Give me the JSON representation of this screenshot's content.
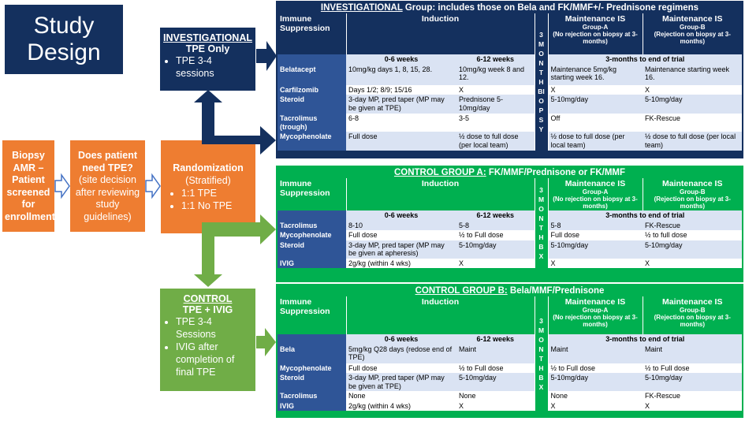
{
  "title": {
    "line1": "Study",
    "line2": "Design"
  },
  "flow": {
    "biopsy": "Biopsy AMR – Patient screened for enrollment",
    "need_tpe_q": "Does patient need TPE?",
    "need_tpe_note": "(site decision after reviewing study guidelines)",
    "randomization": "Randomization",
    "stratified": "(Stratified)",
    "rand_items": [
      "1:1 TPE",
      "1:1 No TPE"
    ]
  },
  "investigational_box": {
    "title": "INVESTIGATIONAL",
    "subtitle": "TPE Only",
    "items": [
      "TPE 3-4 sessions"
    ]
  },
  "control_box": {
    "title": "CONTROL",
    "subtitle": "TPE + IVIG",
    "items": [
      "TPE 3-4 Sessions",
      "IVIG after completion of final TPE"
    ]
  },
  "inv_table": {
    "banner_bold": "INVESTIGATIONAL",
    "banner_rest": " Group: includes those on Bela and FK/MMF+/- Prednisone regimens",
    "col_immune": "Immune Suppression",
    "col_induction": "Induction",
    "col_mA": "Maintenance IS",
    "col_mA_sub": "Group-A",
    "col_mA_note": "(No rejection on biopsy at 3-months)",
    "col_mB": "Maintenance IS",
    "col_mB_sub": "Group-B",
    "col_mB_note": "(Rejection on biopsy at 3-months)",
    "wk1": "0-6 weeks",
    "wk2": "6-12 weeks",
    "maint": "3-months to end of trial",
    "side_label": "3 MONTH BIOPSY",
    "rows": [
      {
        "label": "Belatacept",
        "c1": "10mg/kg days 1, 8, 15, 28.",
        "c2": "10mg/kg week 8 and 12.",
        "c3": "Maintenance 5mg/kg starting week 16.",
        "c4": "Maintenance starting week 16."
      },
      {
        "label": "Carfilzomib",
        "c1": "Days 1/2; 8/9; 15/16",
        "c2": "X",
        "c3": "X",
        "c4": "X"
      },
      {
        "label": "Steroid",
        "c1": "3-day MP, pred taper (MP may be given at TPE)",
        "c2": "Prednisone 5-10mg/day",
        "c3": "5-10mg/day",
        "c4": "5-10mg/day"
      },
      {
        "label": "Tacrolimus (trough)",
        "c1": "6-8",
        "c2": "3-5",
        "c3": "Off",
        "c4": "FK-Rescue"
      },
      {
        "label": "Mycophenolate",
        "c1": "Full dose",
        "c2": "½ dose to full dose (per local team)",
        "c3": "½ dose to full dose (per local team)",
        "c4": "½ dose to full dose (per local team)"
      }
    ]
  },
  "ctlA_table": {
    "banner_bold": "CONTROL GROUP A:",
    "banner_rest": " FK/MMF/Prednisone or FK/MMF",
    "col_immune": "Immune Suppression",
    "col_induction": "Induction",
    "col_mA": "Maintenance IS",
    "col_mA_sub": "Group-A",
    "col_mA_note": "(No rejection on biopsy at 3-months)",
    "col_mB": "Maintenance IS",
    "col_mB_sub": "Group-B",
    "col_mB_note": "(Rejection on biopsy at 3-months)",
    "wk1": "0-6 weeks",
    "wk2": "6-12 weeks",
    "maint": "3-months to end of trial",
    "side_label": "3 MONTH BX",
    "rows": [
      {
        "label": "Tacrolimus",
        "c1": "8-10",
        "c2": "5-8",
        "c3": "5-8",
        "c4": "FK-Rescue"
      },
      {
        "label": "Mycophenolate",
        "c1": "Full dose",
        "c2": "½ to Full dose",
        "c3": "Full dose",
        "c4": "½ to full dose"
      },
      {
        "label": "Steroid",
        "c1": "3-day MP, pred taper (MP may be given at apheresis)",
        "c2": "5-10mg/day",
        "c3": "5-10mg/day",
        "c4": "5-10mg/day"
      },
      {
        "label": "IVIG",
        "c1": "2g/kg (within 4 wks)",
        "c2": "X",
        "c3": "X",
        "c4": "X"
      }
    ]
  },
  "ctlB_table": {
    "banner_bold": "CONTROL GROUP B:",
    "banner_rest": " Bela/MMF/Prednisone",
    "col_immune": "Immune Suppression",
    "col_induction": "Induction",
    "col_mA": "Maintenance IS",
    "col_mA_sub": "Group-A",
    "col_mA_note": "(No rejection on biopsy at 3-months)",
    "col_mB": "Maintenance IS",
    "col_mB_sub": "Group-B",
    "col_mB_note": "(Rejection on biopsy at 3-months)",
    "wk1": "0-6 weeks",
    "wk2": "6-12 weeks",
    "maint": "3-months to end of trial",
    "side_label": "3 MONTH BX",
    "rows": [
      {
        "label": "Bela",
        "c1": "5mg/kg Q28 days (redose end of TPE)",
        "c2": "Maint",
        "c3": "Maint",
        "c4": "Maint"
      },
      {
        "label": "Mycophenolate",
        "c1": "Full dose",
        "c2": "½ to Full dose",
        "c3": "½ to Full dose",
        "c4": "½ to Full dose"
      },
      {
        "label": "Steroid",
        "c1": "3-day MP, pred taper (MP may be given at TPE)",
        "c2": "5-10mg/day",
        "c3": "5-10mg/day",
        "c4": "5-10mg/day"
      },
      {
        "label": "Tacrolimus",
        "c1": "None",
        "c2": "None",
        "c3": "None",
        "c4": "FK-Rescue"
      },
      {
        "label": "IVIG",
        "c1": "2g/kg (within 4 wks)",
        "c2": "X",
        "c3": "X",
        "c4": "X"
      }
    ]
  },
  "colors": {
    "navy": "#14305e",
    "orange": "#ee7d31",
    "green": "#70ad47",
    "bright_green": "#00b050",
    "blue_cell": "#2f5597",
    "light_row": "#dae3f3"
  }
}
